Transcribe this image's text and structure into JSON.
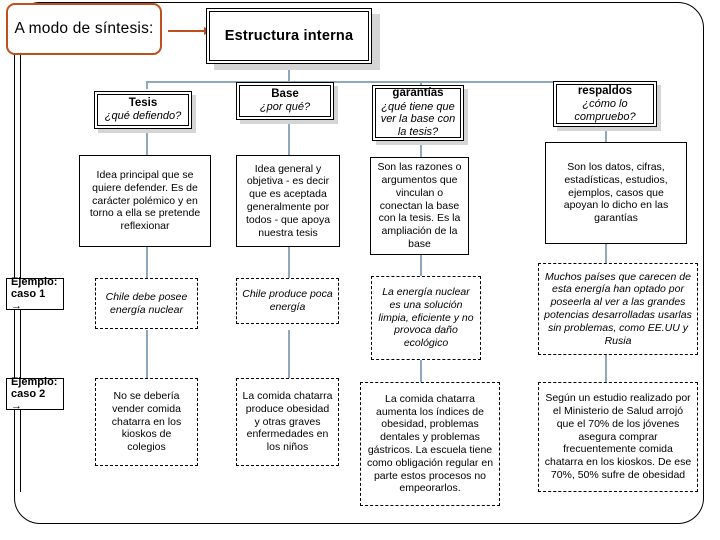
{
  "slide": {
    "callout_title": "A modo de síntesis:",
    "main_title": "Estructura interna",
    "accent_color": "#c0501b",
    "connector_color": "#8fa8bd",
    "shadow_color": "#d5d5d5"
  },
  "columns": [
    {
      "header_title": "Tesis",
      "header_question": "¿qué defiendo?",
      "definition": "Idea principal que se quiere defender. Es de carácter polémico y en torno a ella se pretende reflexionar",
      "case1": "Chile debe posee energía nuclear",
      "case2": "No se debería vender comida chatarra en los kioskos de colegios"
    },
    {
      "header_title": "Base",
      "header_question": "¿por qué?",
      "definition": "Idea general y objetiva - es decir que es aceptada generalmente por todos - que apoya nuestra tesis",
      "case1": "Chile produce poca energía",
      "case2": "La comida chatarra produce obesidad y otras graves enfermedades en los niños"
    },
    {
      "header_title": "garantías",
      "header_question": "¿qué tiene que ver la base con la tesis?",
      "definition": "Son las razones o argumentos que vinculan o conectan la base con la tesis. Es la ampliación de la base",
      "case1": "La energía nuclear es una solución limpia, eficiente y no provoca daño ecológico",
      "case2": "La comida chatarra aumenta los índices de obesidad, problemas dentales y problemas gástricos. La escuela tiene como obligación regular en parte estos procesos no empeorarlos."
    },
    {
      "header_title": "respaldos",
      "header_question": "¿cómo lo compruebo?",
      "definition": "Son los datos, cifras, estadísticas, estudios, ejemplos, casos que apoyan lo dicho en las garantías",
      "case1": "Muchos países que carecen de esta energía han optado por poseerla al ver a las grandes potencias desarrolladas usarlas sin problemas, como EE.UU y Rusia",
      "case2": "Según un estudio realizado por el Ministerio de Salud arrojó que el 70% de los jóvenes asegura comprar frecuentemente comida chatarra en los kioskos. De ese 70%, 50% sufre de obesidad"
    }
  ],
  "row_labels": [
    {
      "line1": "Ejemplo:",
      "line2": "caso 1 →"
    },
    {
      "line1": "Ejemplo:",
      "line2": "caso 2 →"
    }
  ]
}
